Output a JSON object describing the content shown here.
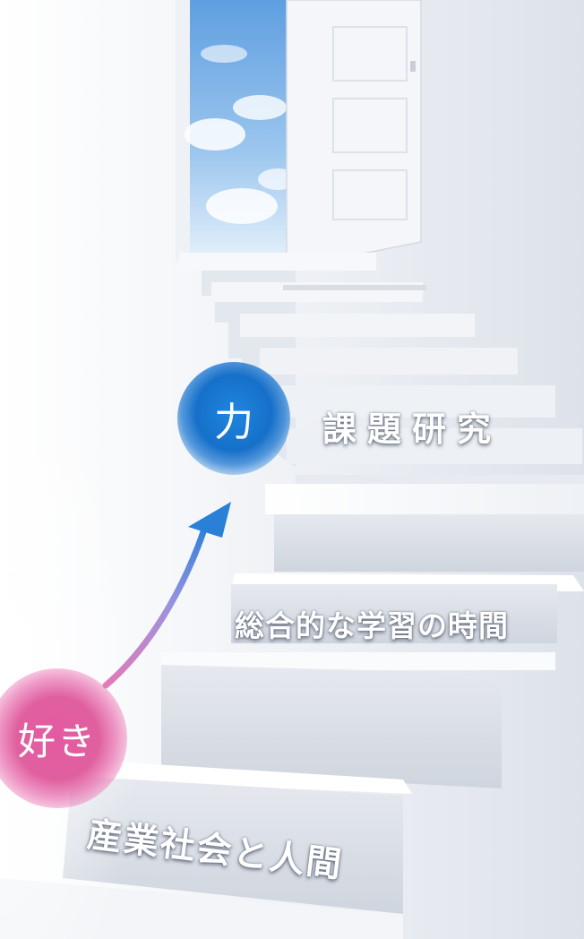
{
  "labels": {
    "research": "課題研究",
    "integrated_study": "総合的な学習の時間",
    "industry_society": "産業社会と人間"
  },
  "badges": {
    "power": "力",
    "like": "好き"
  },
  "colors": {
    "power_badge": "#1670c9",
    "like_badge": "#e0609f",
    "arrow_start": "#e27bb7",
    "arrow_end": "#2a7fd6",
    "sky": "#8fbde6"
  }
}
